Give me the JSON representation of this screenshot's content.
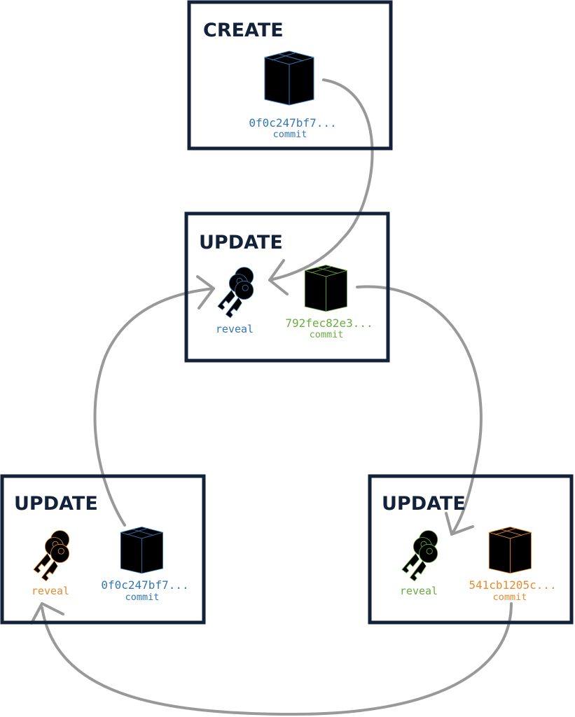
{
  "colors": {
    "frame": "#13223a",
    "connector": "#999999",
    "blue": "#3377b5",
    "green": "#6aae3f",
    "orange": "#e98a2d"
  },
  "boxes": {
    "create": {
      "title": "CREATE",
      "commit": {
        "hash": "0f0c247bf7...",
        "label": "commit",
        "color": "blue",
        "icon": "cube-icon"
      }
    },
    "update_middle": {
      "title": "UPDATE",
      "reveal": {
        "label": "reveal",
        "color": "blue",
        "icon": "keys-icon"
      },
      "commit": {
        "hash": "792fec82e3...",
        "label": "commit",
        "color": "green",
        "icon": "cube-icon"
      }
    },
    "update_left": {
      "title": "UPDATE",
      "reveal": {
        "label": "reveal",
        "color": "orange",
        "icon": "keys-icon"
      },
      "commit": {
        "hash": "0f0c247bf7...",
        "label": "commit",
        "color": "blue",
        "icon": "cube-icon"
      }
    },
    "update_right": {
      "title": "UPDATE",
      "reveal": {
        "label": "reveal",
        "color": "green",
        "icon": "keys-icon"
      },
      "commit": {
        "hash": "541cb1205c...",
        "label": "commit",
        "color": "orange",
        "icon": "cube-icon"
      }
    }
  }
}
